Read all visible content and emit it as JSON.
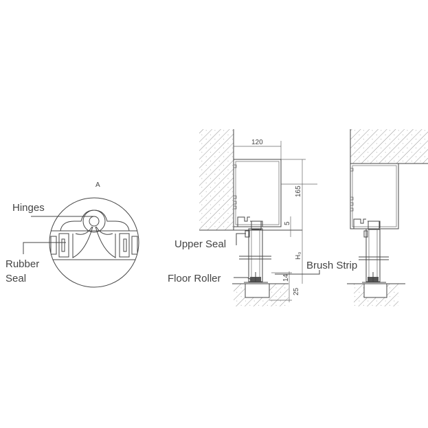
{
  "detail": {
    "marker": "A",
    "labels": {
      "hinges": "Hinges",
      "rubber": "Rubber",
      "seal": "Seal"
    }
  },
  "section": {
    "labels": {
      "upper_seal": "Upper Seal",
      "floor_roller": "Floor Roller",
      "brush_strip": "Brush Strip"
    },
    "dimensions": {
      "width": "120",
      "height": "165",
      "gap": "5",
      "door_height": "H₀",
      "brush": "14",
      "floor": "25"
    }
  }
}
